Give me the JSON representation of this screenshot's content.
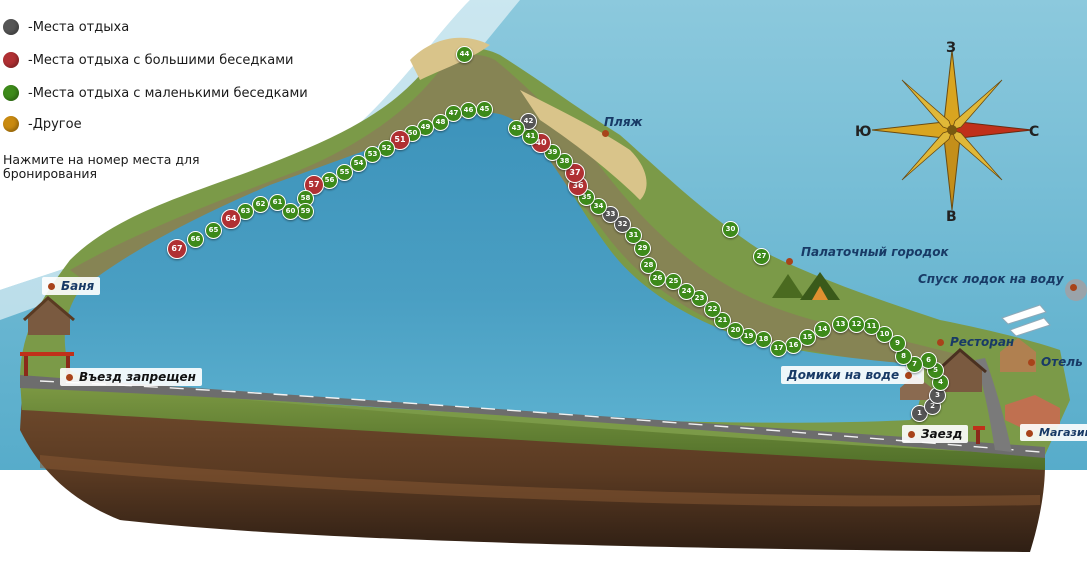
{
  "legend": {
    "items": [
      {
        "label": "-Места отдыха",
        "color": "#555555"
      },
      {
        "label": "-Места отдыха с большими беседками",
        "color": "#b03033"
      },
      {
        "label": "-Места отдыха с маленькими беседками",
        "color": "#3d8a1a"
      },
      {
        "label": "-Другое",
        "color": "#c98a10"
      }
    ]
  },
  "hint": "Нажмите на номер места для бронирования",
  "compass": {
    "north": "З",
    "south": "В",
    "west": "Ю",
    "east": "С"
  },
  "places": {
    "pliazh": "Пляж",
    "palatochny": "Палаточный городок",
    "spusk": "Спуск лодок на воду",
    "restoran": "Ресторан",
    "otel": "Отель",
    "domiki": "Домики на воде",
    "zaezd": "Заезд",
    "magazin": "Магазин",
    "banya": "Баня",
    "vyezd": "Въезд запрещен"
  },
  "spots": [
    {
      "n": "1",
      "kind": "regular"
    },
    {
      "n": "2",
      "kind": "regular"
    },
    {
      "n": "3",
      "kind": "regular"
    },
    {
      "n": "4",
      "kind": "small"
    },
    {
      "n": "5",
      "kind": "small"
    },
    {
      "n": "6",
      "kind": "small"
    },
    {
      "n": "7",
      "kind": "small"
    },
    {
      "n": "8",
      "kind": "small"
    },
    {
      "n": "9",
      "kind": "small"
    },
    {
      "n": "10",
      "kind": "small"
    },
    {
      "n": "11",
      "kind": "small"
    },
    {
      "n": "12",
      "kind": "small"
    },
    {
      "n": "13",
      "kind": "small"
    },
    {
      "n": "14",
      "kind": "small"
    },
    {
      "n": "15",
      "kind": "small"
    },
    {
      "n": "16",
      "kind": "small"
    },
    {
      "n": "17",
      "kind": "small"
    },
    {
      "n": "18",
      "kind": "small"
    },
    {
      "n": "19",
      "kind": "small"
    },
    {
      "n": "20",
      "kind": "small"
    },
    {
      "n": "21",
      "kind": "small"
    },
    {
      "n": "22",
      "kind": "small"
    },
    {
      "n": "23",
      "kind": "small"
    },
    {
      "n": "24",
      "kind": "small"
    },
    {
      "n": "25",
      "kind": "small"
    },
    {
      "n": "26",
      "kind": "small"
    },
    {
      "n": "27",
      "kind": "small"
    },
    {
      "n": "28",
      "kind": "small"
    },
    {
      "n": "29",
      "kind": "small"
    },
    {
      "n": "30",
      "kind": "small"
    },
    {
      "n": "31",
      "kind": "small"
    },
    {
      "n": "32",
      "kind": "regular"
    },
    {
      "n": "33",
      "kind": "regular"
    },
    {
      "n": "34",
      "kind": "small"
    },
    {
      "n": "35",
      "kind": "small"
    },
    {
      "n": "36",
      "kind": "big"
    },
    {
      "n": "37",
      "kind": "big"
    },
    {
      "n": "38",
      "kind": "small"
    },
    {
      "n": "39",
      "kind": "small"
    },
    {
      "n": "40",
      "kind": "big"
    },
    {
      "n": "41",
      "kind": "small"
    },
    {
      "n": "42",
      "kind": "regular"
    },
    {
      "n": "43",
      "kind": "small"
    },
    {
      "n": "44",
      "kind": "small"
    },
    {
      "n": "45",
      "kind": "small"
    },
    {
      "n": "46",
      "kind": "small"
    },
    {
      "n": "47",
      "kind": "small"
    },
    {
      "n": "48",
      "kind": "small"
    },
    {
      "n": "49",
      "kind": "small"
    },
    {
      "n": "50",
      "kind": "small"
    },
    {
      "n": "51",
      "kind": "big"
    },
    {
      "n": "52",
      "kind": "small"
    },
    {
      "n": "53",
      "kind": "small"
    },
    {
      "n": "54",
      "kind": "small"
    },
    {
      "n": "55",
      "kind": "small"
    },
    {
      "n": "56",
      "kind": "small"
    },
    {
      "n": "57",
      "kind": "big"
    },
    {
      "n": "58",
      "kind": "small"
    },
    {
      "n": "59",
      "kind": "small"
    },
    {
      "n": "60",
      "kind": "small"
    },
    {
      "n": "61",
      "kind": "small"
    },
    {
      "n": "62",
      "kind": "small"
    },
    {
      "n": "63",
      "kind": "small"
    },
    {
      "n": "64",
      "kind": "big"
    },
    {
      "n": "65",
      "kind": "small"
    },
    {
      "n": "66",
      "kind": "small"
    },
    {
      "n": "67",
      "kind": "big"
    }
  ],
  "colors": {
    "regular": "#555555",
    "big": "#b03033",
    "small": "#3d8a1a",
    "other": "#c98a10",
    "sea": "#3f9bbf",
    "lake": "#3a8fb5",
    "grass": "#6e8f3a",
    "soil": "#5a3a22",
    "road": "#6d6d6d"
  }
}
